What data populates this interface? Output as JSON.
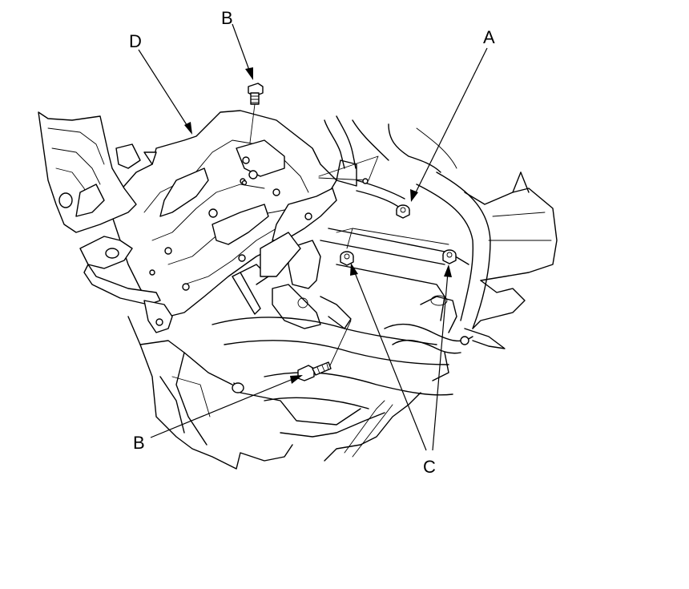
{
  "callouts": {
    "A": "A",
    "B_top": "B",
    "B_bottom": "B",
    "C": "C",
    "D": "D"
  }
}
